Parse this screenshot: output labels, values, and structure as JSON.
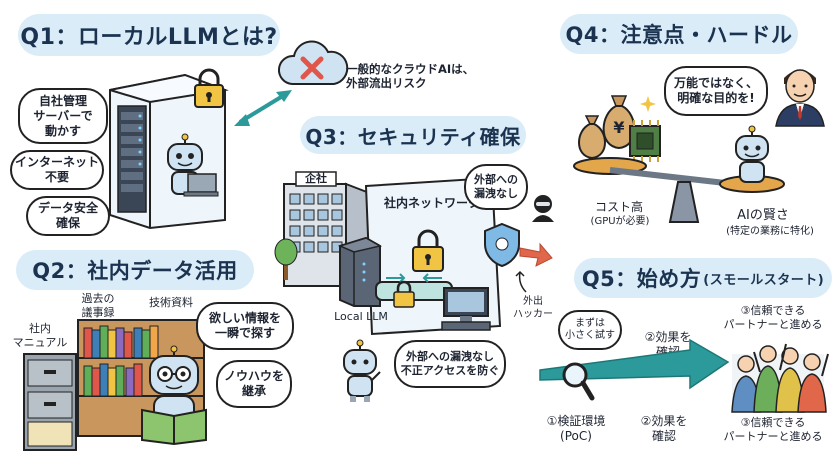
{
  "q1": {
    "title": "Q1：ローカルLLMとは?",
    "bubble_server": [
      "自社管理",
      "サーバーで",
      "動かす"
    ],
    "bubble_internet": [
      "インターネット",
      "不要"
    ],
    "bubble_secure": [
      "データ安全",
      "確保"
    ],
    "cloud_caption": [
      "一般的なクラウドAIは、",
      "外部流出リスク"
    ]
  },
  "q2": {
    "title": "Q2：社内データ活用",
    "label_manual": [
      "社内",
      "マニュアル"
    ],
    "label_minutes": [
      "過去の",
      "議事録"
    ],
    "label_tech": "技術資料",
    "bubble_search": [
      "欲しい情報を",
      "一瞬で探す"
    ],
    "bubble_knowhow": [
      "ノウハウを",
      "継承"
    ]
  },
  "q3": {
    "title": "Q3：セキュリティ確保",
    "building_sign": "企社",
    "network_label": "社内ネットワーク",
    "local_llm": "Local LLM",
    "bubble_noleak": [
      "外部への",
      "漏洩なし"
    ],
    "bubble_prevent": [
      "外部への漏洩なし",
      "不正アクセスを防ぐ"
    ],
    "hacker_label": [
      "外出",
      "ハッカー"
    ]
  },
  "q4": {
    "title": "Q4：注意点・ハードル",
    "bubble_purpose": [
      "万能ではなく、",
      "明確な目的を!"
    ],
    "cost_label": "コスト高",
    "cost_sub": "(GPUが必要)",
    "ai_label": "AIの賢さ",
    "ai_sub": "(特定の業務に特化)",
    "coin_symbol": "¥"
  },
  "q5": {
    "title": "Q5：始め方",
    "title_sub": "(スモールスタート)",
    "bubble_small": [
      "まずは",
      "小さく試す"
    ],
    "top_step2": [
      "②効果を",
      "確認"
    ],
    "top_step3": [
      "③信頼できる",
      "パートナーと進める"
    ],
    "step1": [
      "①検証環境",
      "(PoC)"
    ],
    "step2": [
      "②効果を",
      "確認"
    ],
    "step3": [
      "③信頼できる",
      "パートナーと進める"
    ]
  },
  "colors": {
    "title_bg": "#d9ecf7",
    "title_text": "#1b3350",
    "arrow_teal": "#2c9a9a",
    "arrow_red": "#e0674a",
    "lock_gold": "#f2c443",
    "robot_blue": "#cfe3f2"
  }
}
